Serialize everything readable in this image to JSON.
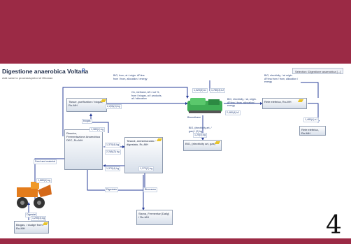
{
  "diagram": {
    "title": "Digestione anaerobica Voltana",
    "subtitle": "Add name to process/symbol of Ottoman",
    "marker": "P",
    "selector_label": "Selection: Digestione anaerobica [...]",
    "page_number": "4",
    "nodes": {
      "tissue": "Tissue, purification / biogas, Ru-MH",
      "digester_title": "Reactor,",
      "digester_sub": "Fermentazione Anaerobica",
      "digester_meta": "DEC, Ru-MH",
      "tank": "Tessuti, anestesizzato / digestato, Ru-MH",
      "cogen": "Biomethane",
      "electricity": "Rete elettrica, Ru-MH",
      "gas_electricity": "BIO, (electricity art, gas)",
      "compost": "Sisma_Fermentar [Daily] / Ru-MH",
      "supplier": "Biogas, / sludge from / Ru-MH"
    },
    "flows": {
      "biogas": "biogas",
      "cogen_in": "2,2(6)(4) kg",
      "in_digester": "1,380(4) kg",
      "to_tank": "1,370(4) kg",
      "to_tank2": "2,2(6)(3) kg",
      "tank_out": "1,370(4) kg",
      "tank_out2": "1,372(3) kg",
      "input_material": "Feed and material",
      "input_qty": "1,680(4) kg",
      "recycle": "Digestato",
      "digestato": "Biomassa",
      "cogen_out": "1,020(3) kJ",
      "cogen_out2": "1,780(3) kJ",
      "elec_in": "2,480(4) kJ",
      "elec_out": "1,480(4) kJ",
      "supplier_out": "Digestat",
      "supplier_qty": "1,295(4) kg",
      "gas_qty": "1,20(4) kg"
    },
    "notes": {
      "note1": "BIO, from, at / origin. AFrina from / from, allocation / energy",
      "note2": "On, methane, AS / cut %, from / biogas, at / products, all / allocation",
      "note3": "BIO, electricity, / at, origin. AFrina / from, allocation / energy",
      "note4": "BIO, electricity, / at origin. AFrina from / from, allocation / energy",
      "note5": "BIO, (electricity art, / gas) / (2) kg"
    }
  }
}
